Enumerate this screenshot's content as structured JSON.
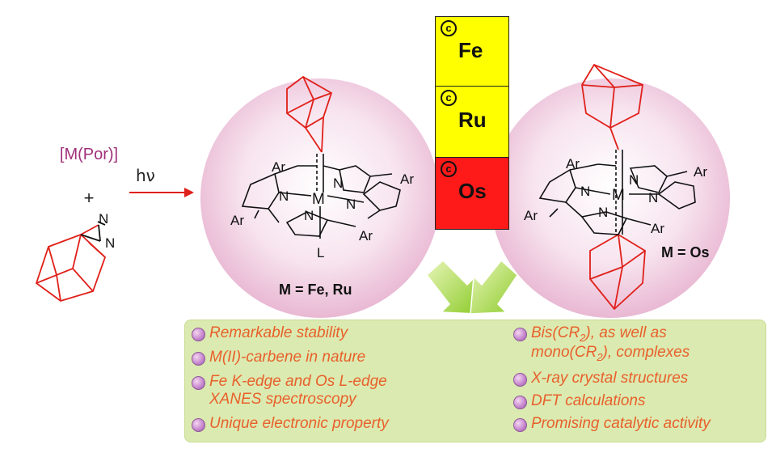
{
  "reagent": {
    "complex": "[M(Por)]",
    "plus": "+"
  },
  "arrow_label": "hν",
  "atoms": {
    "N": "N",
    "M": "M",
    "Ar": "Ar",
    "L": "L"
  },
  "left_complex": {
    "caption": "M = Fe, Ru"
  },
  "right_complex": {
    "caption": "M = Os"
  },
  "metals": [
    {
      "symbol": "Fe",
      "copyright": "c",
      "color": "#ffff00"
    },
    {
      "symbol": "Ru",
      "copyright": "c",
      "color": "#ffff00"
    },
    {
      "symbol": "Os",
      "copyright": "c",
      "color": "#ff1a1a"
    }
  ],
  "features_left": [
    {
      "text": "Remarkable stability"
    },
    {
      "text": "M(II)-carbene in nature"
    },
    {
      "text": "Fe K-edge and Os L-edge",
      "text2": "XANES spectroscopy"
    },
    {
      "text": "Unique electronic property"
    }
  ],
  "features_right": [
    {
      "text": "Bis(CR",
      "sub": "2",
      "tail": "), as well as",
      "line2": "mono(CR",
      "sub2": "2",
      "tail2": "), complexes"
    },
    {
      "text": "X-ray crystal structures"
    },
    {
      "text": "DFT calculations"
    },
    {
      "text": "Promising catalytic activity"
    }
  ],
  "colors": {
    "bond_red": "#e0201a",
    "sphere": "#f3d5e6",
    "panel": "#dbeab0",
    "arrow_green": "#a6d64a",
    "text_orange": "#e8602c"
  }
}
